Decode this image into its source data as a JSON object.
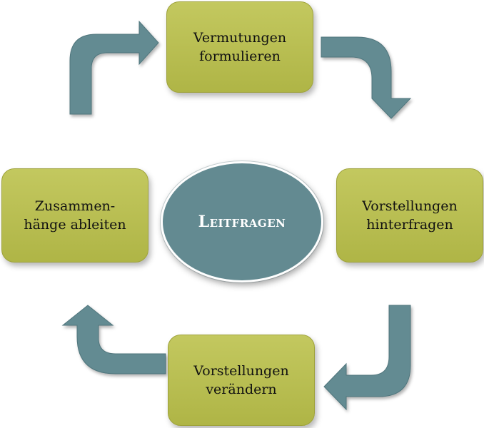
{
  "center": {
    "label": "Leitfragen"
  },
  "boxes": {
    "top": {
      "line1": "Vermutungen",
      "line2": "formulieren"
    },
    "right": {
      "line1": "Vorstellungen",
      "line2": "hinterfragen"
    },
    "bottom": {
      "line1": "Vorstellungen",
      "line2": "verändern"
    },
    "left": {
      "line1": "Zusammen-",
      "line2": "hänge ableiten"
    }
  },
  "colors": {
    "box_fill": "#b3b84c",
    "ellipse_fill": "#638a91",
    "arrow_fill": "#648b92"
  }
}
